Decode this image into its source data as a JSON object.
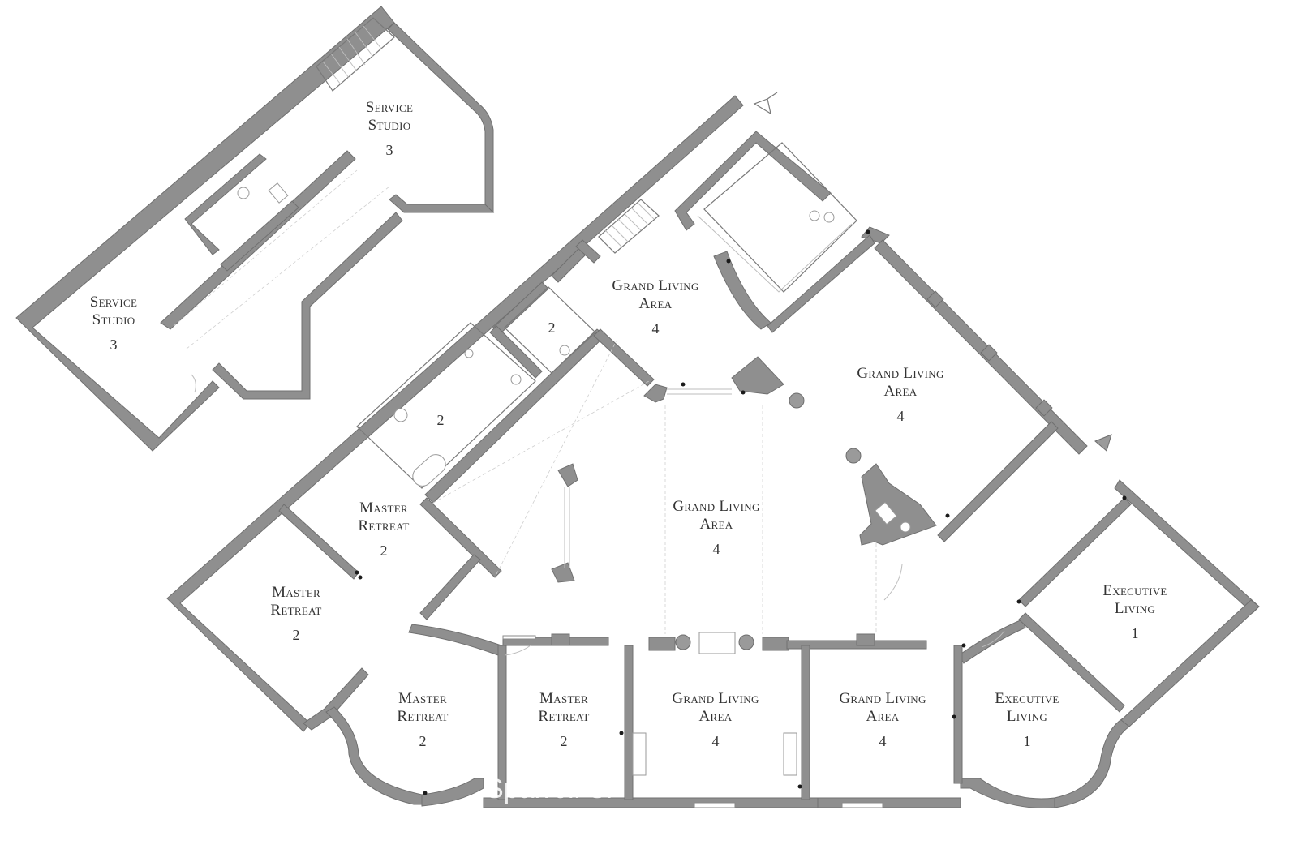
{
  "watermark": "Sparrell Si",
  "rooms": [
    {
      "id": "service-studio-top",
      "name_line1": "Service",
      "name_line2": "Studio",
      "number": "3"
    },
    {
      "id": "service-studio-left",
      "name_line1": "Service",
      "name_line2": "Studio",
      "number": "3"
    },
    {
      "id": "grand-living-area-top",
      "name_line1": "Grand Living",
      "name_line2": "Area",
      "number": "4"
    },
    {
      "id": "bath-upper",
      "name_line1": "",
      "name_line2": "",
      "number": "2"
    },
    {
      "id": "bath-lower",
      "name_line1": "",
      "name_line2": "",
      "number": "2"
    },
    {
      "id": "grand-living-area-right",
      "name_line1": "Grand Living",
      "name_line2": "Area",
      "number": "4"
    },
    {
      "id": "grand-living-area-center",
      "name_line1": "Grand Living",
      "name_line2": "Area",
      "number": "4"
    },
    {
      "id": "master-retreat-upper",
      "name_line1": "Master",
      "name_line2": "Retreat",
      "number": "2"
    },
    {
      "id": "master-retreat-left",
      "name_line1": "Master",
      "name_line2": "Retreat",
      "number": "2"
    },
    {
      "id": "executive-living-right",
      "name_line1": "Executive",
      "name_line2": "Living",
      "number": "1"
    },
    {
      "id": "master-retreat-bottom-left",
      "name_line1": "Master",
      "name_line2": "Retreat",
      "number": "2"
    },
    {
      "id": "master-retreat-bottom",
      "name_line1": "Master",
      "name_line2": "Retreat",
      "number": "2"
    },
    {
      "id": "grand-living-area-bottom-1",
      "name_line1": "Grand Living",
      "name_line2": "Area",
      "number": "4"
    },
    {
      "id": "grand-living-area-bottom-2",
      "name_line1": "Grand Living",
      "name_line2": "Area",
      "number": "4"
    },
    {
      "id": "executive-living-bottom",
      "name_line1": "Executive",
      "name_line2": "Living",
      "number": "1"
    }
  ],
  "colors": {
    "wall": "#8f8f8f",
    "line": "#7a7a7a",
    "text": "#333333"
  }
}
